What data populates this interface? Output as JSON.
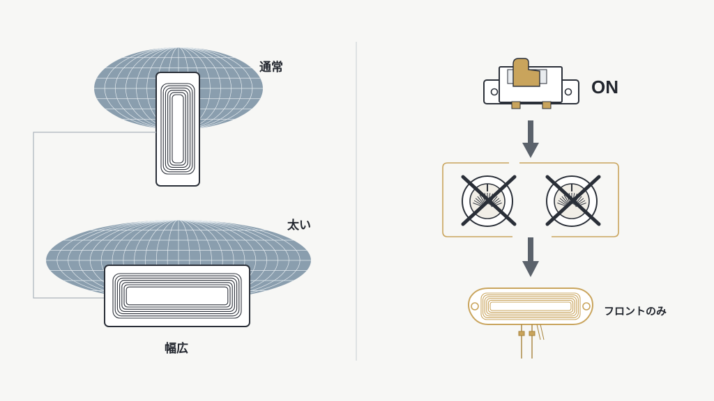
{
  "labels": {
    "normal": "通常",
    "thick": "太い",
    "wide": "幅広",
    "switch_state": "ON",
    "front_only": "フロントのみ"
  },
  "colors": {
    "field": "#8a9eae",
    "grid": "#e6ecf0",
    "outline": "#2a2f38",
    "gold": "#c9a45c",
    "gold_dark": "#a6823a",
    "divider": "#c7ccd1",
    "arrow": "#5b626b"
  },
  "icons": {
    "switch": "slide-switch-icon",
    "knob": "potentiometer-knob-icon",
    "cross": "cross-out-icon",
    "pickup": "pickup-icon",
    "arrow": "arrow-down-icon"
  }
}
